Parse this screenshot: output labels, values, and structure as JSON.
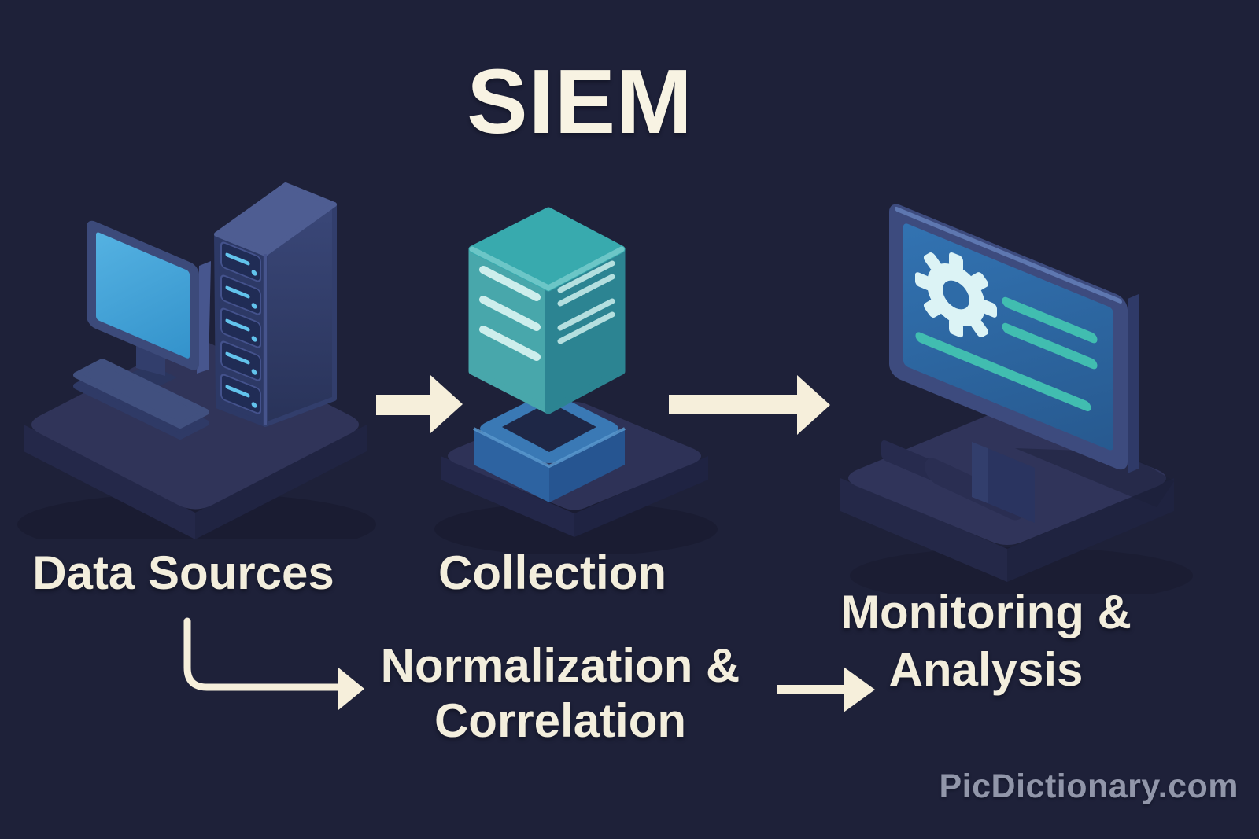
{
  "title": "SIEM",
  "watermark": "PicDictionary.com",
  "stages": [
    {
      "id": "data-sources",
      "label": "Data Sources",
      "icon": "desktop-computer-and-server-icon"
    },
    {
      "id": "collection",
      "label": "Collection",
      "icon": "data-cube-on-pedestal-icon"
    },
    {
      "id": "monitoring-analysis",
      "line1": "Monitoring &",
      "line2": "Analysis",
      "icon": "monitor-with-gear-icon"
    }
  ],
  "branch": {
    "id": "normalization-correlation",
    "line1": "Normalization &",
    "line2": "Correlation"
  },
  "arrows": [
    {
      "id": "arrow-data-sources-to-collection",
      "from": "data-sources",
      "to": "collection"
    },
    {
      "id": "arrow-collection-to-monitoring",
      "from": "collection",
      "to": "monitoring-analysis"
    },
    {
      "id": "elbow-arrow-data-sources-to-normalization",
      "from": "data-sources",
      "to": "normalization-correlation"
    },
    {
      "id": "arrow-normalization-to-monitoring",
      "from": "normalization-correlation",
      "to": "monitoring-analysis"
    }
  ],
  "colors": {
    "background": "#1e2139",
    "title_text": "#f8f3e3",
    "label_text": "#f3eedd",
    "arrow_fill": "#f6efdb",
    "watermark_text": "#9196a9",
    "screen_light_blue": "#3da2d8",
    "screen_deep_blue": "#2e6ba8",
    "cube_teal": "#38aaae",
    "pedestal_blue": "#3a79b5",
    "platform_navy": "#2f3358",
    "teal_lines": "#41bdb0",
    "drive_slot_blue": "#62c3ec"
  }
}
